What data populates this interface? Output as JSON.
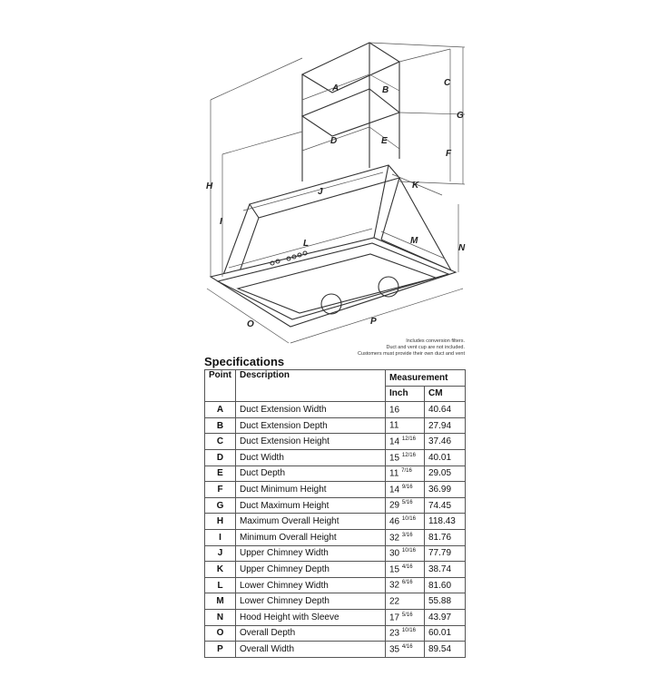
{
  "diagram_labels": {
    "A": "A",
    "B": "B",
    "C": "C",
    "D": "D",
    "E": "E",
    "F": "F",
    "G": "G",
    "H": "H",
    "I": "I",
    "J": "J",
    "K": "K",
    "L": "L",
    "M": "M",
    "N": "N",
    "O": "O",
    "P": "P"
  },
  "notes": [
    "Includes conversion filters.",
    "Duct and vent cup are not included.",
    "Customers must provide their own duct and vent"
  ],
  "title": "Specifications",
  "table": {
    "headers": {
      "point": "Point",
      "description": "Description",
      "measurement": "Measurement",
      "inch": "Inch",
      "cm": "CM"
    },
    "rows": [
      {
        "point": "A",
        "description": "Duct Extension Width",
        "inch": "16",
        "frac": "",
        "cm": "40.64"
      },
      {
        "point": "B",
        "description": "Duct Extension Depth",
        "inch": "11",
        "frac": "",
        "cm": "27.94"
      },
      {
        "point": "C",
        "description": "Duct Extension Height",
        "inch": "14",
        "frac": "12/16",
        "cm": "37.46"
      },
      {
        "point": "D",
        "description": "Duct Width",
        "inch": "15",
        "frac": "12/16",
        "cm": "40.01"
      },
      {
        "point": "E",
        "description": "Duct Depth",
        "inch": "11",
        "frac": "7/16",
        "cm": "29.05"
      },
      {
        "point": "F",
        "description": "Duct Minimum Height",
        "inch": "14",
        "frac": "9/16",
        "cm": "36.99"
      },
      {
        "point": "G",
        "description": "Duct Maximum Height",
        "inch": "29",
        "frac": "5/16",
        "cm": "74.45"
      },
      {
        "point": "H",
        "description": "Maximum Overall Height",
        "inch": "46",
        "frac": "10/16",
        "cm": "118.43"
      },
      {
        "point": "I",
        "description": "Minimum Overall Height",
        "inch": "32",
        "frac": "3/16",
        "cm": "81.76"
      },
      {
        "point": "J",
        "description": "Upper Chimney Width",
        "inch": "30",
        "frac": "10/16",
        "cm": "77.79"
      },
      {
        "point": "K",
        "description": "Upper Chimney Depth",
        "inch": "15",
        "frac": "4/16",
        "cm": "38.74"
      },
      {
        "point": "L",
        "description": "Lower Chimney Width",
        "inch": "32",
        "frac": "6/16",
        "cm": "81.60"
      },
      {
        "point": "M",
        "description": "Lower Chimney Depth",
        "inch": "22",
        "frac": "",
        "cm": "55.88"
      },
      {
        "point": "N",
        "description": "Hood Height with Sleeve",
        "inch": "17",
        "frac": "5/16",
        "cm": "43.97"
      },
      {
        "point": "O",
        "description": "Overall Depth",
        "inch": "23",
        "frac": "10/16",
        "cm": "60.01"
      },
      {
        "point": "P",
        "description": "Overall Width",
        "inch": "35",
        "frac": "4/16",
        "cm": "89.54"
      }
    ]
  }
}
